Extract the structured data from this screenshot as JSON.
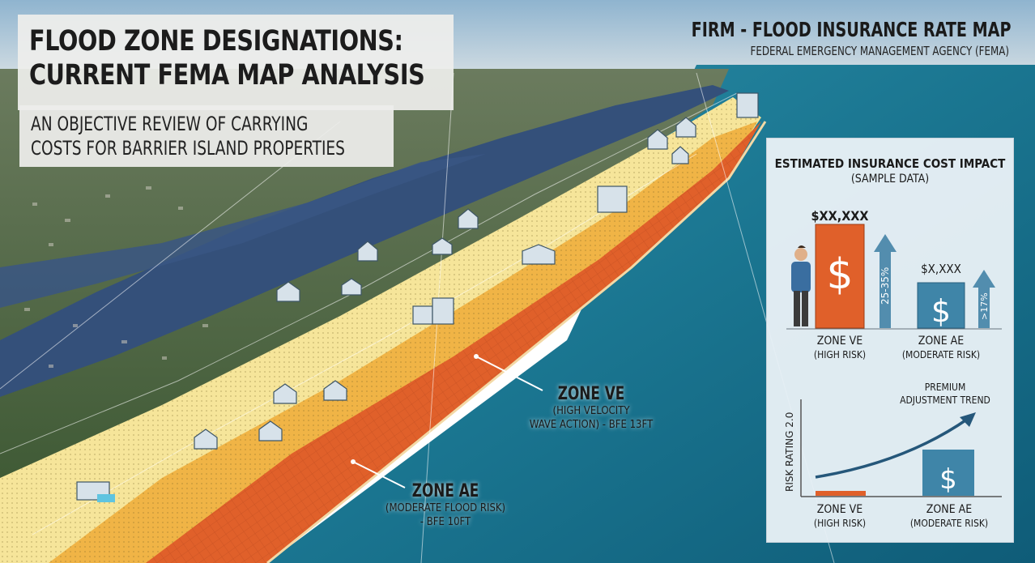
{
  "title": {
    "line1": "FLOOD ZONE DESIGNATIONS:",
    "line2": "CURRENT FEMA MAP ANALYSIS"
  },
  "subtitle": {
    "line1": "AN OBJECTIVE REVIEW OF CARRYING",
    "line2": "COSTS FOR BARRIER ISLAND PROPERTIES"
  },
  "firm": {
    "title": "FIRM - FLOOD INSURANCE RATE MAP",
    "agency": "FEDERAL EMERGENCY MANAGEMENT AGENCY (FEMA)"
  },
  "callouts": {
    "ve": {
      "zone": "ZONE VE",
      "line1": "(HIGH VELOCITY",
      "line2": "WAVE ACTION) - BFE 13FT"
    },
    "ae": {
      "zone": "ZONE AE",
      "line1": "(MODERATE FLOOD RISK)",
      "line2": "- BFE 10FT"
    }
  },
  "panel": {
    "title": "ESTIMATED INSURANCE COST IMPACT",
    "subtitle": "(SAMPLE DATA)",
    "bar_ve": {
      "value": "$XX,XXX",
      "symbol": "$",
      "change": "25-35%",
      "zone": "ZONE VE",
      "risk": "(HIGH RISK)"
    },
    "bar_ae": {
      "value": "$X,XXX",
      "symbol": "$",
      "change": ">17%",
      "zone": "ZONE AE",
      "risk": "(MODERATE RISK)"
    },
    "trend": {
      "label_line1": "PREMIUM",
      "label_line2": "ADJUSTMENT TREND",
      "y_axis": "RISK RATING 2.0",
      "symbol": "$",
      "zone_ve": "ZONE VE",
      "risk_ve": "(HIGH RISK)",
      "zone_ae": "ZONE AE",
      "risk_ae": "(MODERATE RISK)"
    }
  },
  "colors": {
    "ocean": "#1f7f96",
    "zone_ve": "#e0602a",
    "zone_ae": "#f0b446",
    "zone_x": "#f6e59a",
    "bar_ve": "#e0602a",
    "bar_ae": "#3f85a8",
    "arrow": "#3a7ca2"
  }
}
